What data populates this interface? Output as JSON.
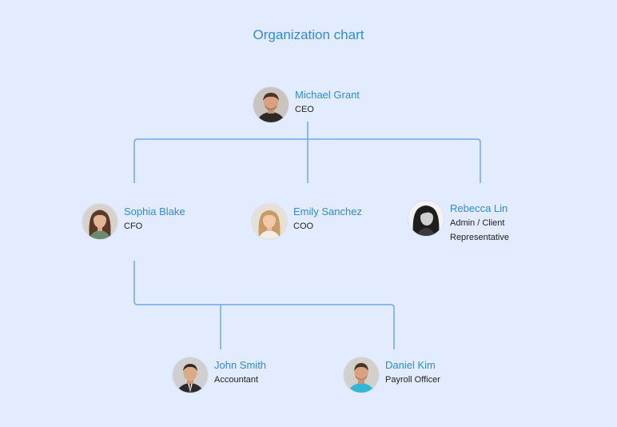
{
  "title": "Organization chart",
  "colors": {
    "background": "#e3ecfe",
    "accent": "#2f8bd8",
    "connector": "#6fa8e6"
  },
  "people": {
    "ceo": {
      "name": "Michael Grant",
      "role": "CEO",
      "avatar": "man-portrait-icon"
    },
    "cfo": {
      "name": "Sophia Blake",
      "role": "CFO",
      "avatar": "woman-portrait-icon"
    },
    "coo": {
      "name": "Emily Sanchez",
      "role": "COO",
      "avatar": "woman-portrait-icon"
    },
    "admin": {
      "name": "Rebecca Lin",
      "role": "Admin / Client Representative",
      "avatar": "woman-portrait-icon"
    },
    "accountant": {
      "name": "John Smith",
      "role": "Accountant",
      "avatar": "man-portrait-icon"
    },
    "payroll": {
      "name": "Daniel Kim",
      "role": "Payroll Officer",
      "avatar": "man-portrait-icon"
    }
  }
}
